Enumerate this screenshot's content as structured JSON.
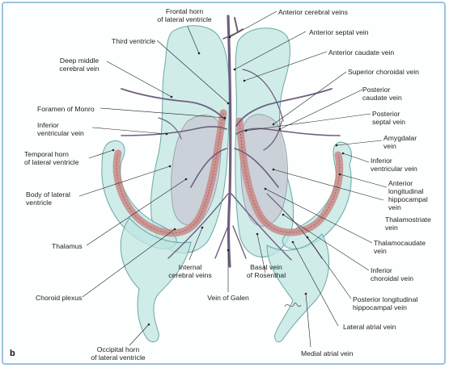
{
  "panel_letter": "b",
  "colors": {
    "ventricle_fill": "#bfe6e2",
    "ventricle_stroke": "#6aa8a6",
    "thalamus_fill": "#c9ced6",
    "choroid_fill": "#c98a87",
    "vein": "#6f5f80",
    "border": "#9cc3e0"
  },
  "labels": {
    "frontal_horn": "Frontal horn\nof lateral ventricle",
    "anterior_cerebral_veins": "Anterior cerebral veins",
    "third_ventricle": "Third ventricle",
    "anterior_septal_vein": "Anterior septal vein",
    "deep_middle_cerebral_vein": "Deep middle\ncerebral vein",
    "anterior_caudate_vein": "Anterior caudate vein",
    "superior_choroidal_vein": "Superior choroidal vein",
    "posterior_caudate_vein": "Posterior\ncaudate vein",
    "foramen_of_monro": "Foramen of Monro",
    "posterior_septal_vein": "Posterior\nseptal vein",
    "inferior_ventricular_vein_left": "Inferior\nventricular vein",
    "amygdalar_vein": "Amygdalar\nvein",
    "temporal_horn": "Temporal horn\nof lateral ventricle",
    "inferior_ventricular_vein_right": "Inferior\nventricular vein",
    "body_of_lateral_ventricle": "Body of lateral\nventricle",
    "anterior_longitudinal_hippocampal_vein": "Anterior\nlongitudinal\nhippocampal\nvein",
    "thalamostriate_vein": "Thalamostriate\nvein",
    "thalamocaudate_vein": "Thalamocaudate\nvein",
    "thalamus": "Thalamus",
    "internal_cerebral_veins": "Internal\ncerebral veins",
    "basal_vein_of_rosenthal": "Basal vein\nof Rosenthal",
    "inferior_choroidal_vein": "Inferior\nchoroidal vein",
    "choroid_plexus": "Choroid plexus",
    "vein_of_galen": "Vein of Galen",
    "posterior_longitudinal_hippocampal_vein": "Posterior longitudinal\nhippocampal vein",
    "lateral_atrial_vein": "Lateral atrial vein",
    "occipital_horn": "Occipital horn\nof lateral ventricle",
    "medial_atrial_vein": "Medial atrial vein"
  }
}
